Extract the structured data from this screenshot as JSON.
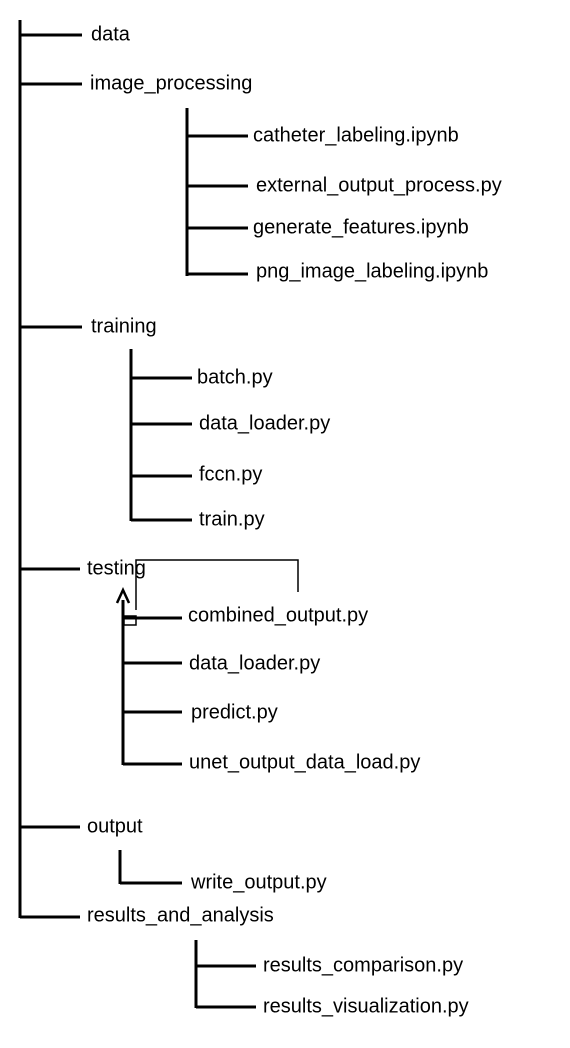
{
  "tree": {
    "root_folders": [
      {
        "label": "data"
      },
      {
        "label": "image_processing",
        "files": [
          "catheter_labeling.ipynb",
          "external_output_process.py",
          "generate_features.ipynb",
          "png_image_labeling.ipynb"
        ]
      },
      {
        "label": "training",
        "files": [
          "batch.py",
          "data_loader.py",
          "fccn.py",
          "train.py"
        ]
      },
      {
        "label": "testing",
        "files": [
          "combined_output.py",
          "data_loader.py",
          "predict.py",
          "unet_output_data_load.py"
        ]
      },
      {
        "label": "output",
        "files": [
          "write_output.py"
        ]
      },
      {
        "label": "results_and_analysis",
        "files": [
          "results_comparison.py",
          "results_visualization.py"
        ]
      }
    ]
  },
  "style": {
    "line_color": "#000000",
    "text_color": "#000000"
  }
}
